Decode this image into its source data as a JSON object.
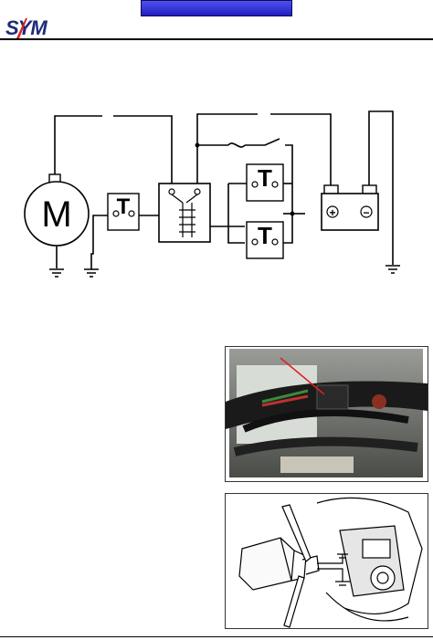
{
  "header": {
    "brand": "SYM",
    "brand_color": "#1e2a7a",
    "brand_slash_color": "#e02020",
    "banner_color": "#3030d8"
  },
  "diagram": {
    "motor_label": "M",
    "relay_label": "T",
    "battery_plus": "+",
    "battery_minus": "−"
  },
  "figures": {
    "photo_icon": "relay-location-photo",
    "sketch_icon": "relay-test-illustration"
  }
}
